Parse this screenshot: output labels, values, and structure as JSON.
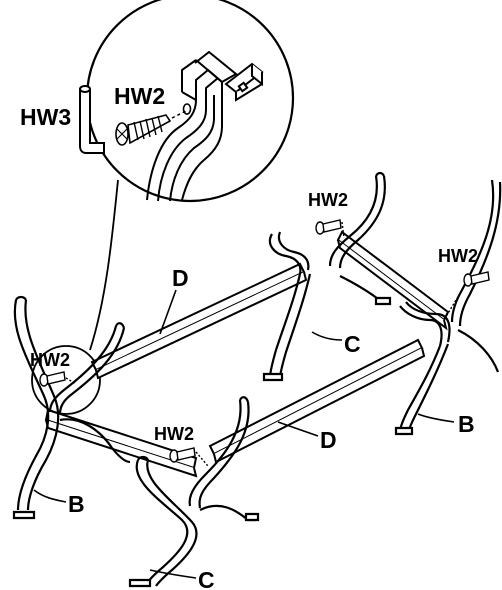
{
  "labels": {
    "hw3": "HW3",
    "hw2_detail": "HW2",
    "hw2_top_mid": "HW2",
    "hw2_top_right": "HW2",
    "hw2_left": "HW2",
    "hw2_bottom_mid": "HW2",
    "d_upper": "D",
    "d_lower": "D",
    "c_upper": "C",
    "c_lower": "C",
    "b_left": "B",
    "b_right": "B"
  },
  "colors": {
    "line": "#000000",
    "background": "#ffffff",
    "part_fill": "#ffffff",
    "screw_fill": "#ffffff"
  },
  "icons": [
    "hex-key-icon",
    "screw-icon",
    "bolt-hole-icon"
  ]
}
